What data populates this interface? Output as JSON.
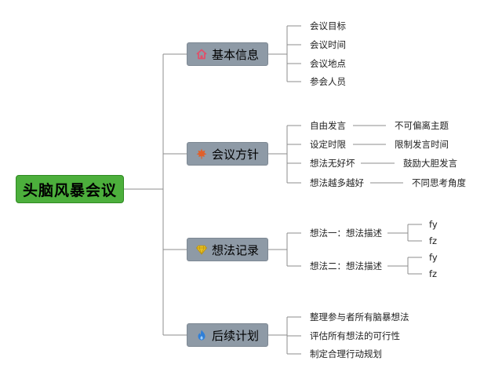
{
  "root": {
    "label": "头脑风暴会议"
  },
  "branches": [
    {
      "label": "基本信息",
      "icon": "home-icon",
      "children": [
        "会议目标",
        "会议时间",
        "会议地点",
        "参会人员"
      ]
    },
    {
      "label": "会议方针",
      "icon": "maple-leaf-icon",
      "children": [
        {
          "label": "自由发言",
          "child": "不可偏离主题"
        },
        {
          "label": "设定时限",
          "child": "限制发言时间"
        },
        {
          "label": "想法无好坏",
          "child": "鼓励大胆发言"
        },
        {
          "label": "想法越多越好",
          "child": "不同思考角度"
        }
      ]
    },
    {
      "label": "想法记录",
      "icon": "diamond-icon",
      "children": [
        {
          "label": "想法一：想法描述",
          "children": [
            "fy",
            "fz"
          ]
        },
        {
          "label": "想法二：想法描述",
          "children": [
            "fy",
            "fz"
          ]
        }
      ]
    },
    {
      "label": "后续计划",
      "icon": "flame-icon",
      "children": [
        "整理参与者所有脑暴想法",
        "评估所有想法的可行性",
        "制定合理行动规划"
      ]
    }
  ],
  "colors": {
    "root_fill": "#4caf3c",
    "branch_fill": "#8e9aa6",
    "line": "#8c8c8c",
    "home_icon": "#e0506a",
    "maple_icon": "#e0602a",
    "diamond_icon": "#e8c020",
    "flame_icon": "#2f7fd8"
  }
}
